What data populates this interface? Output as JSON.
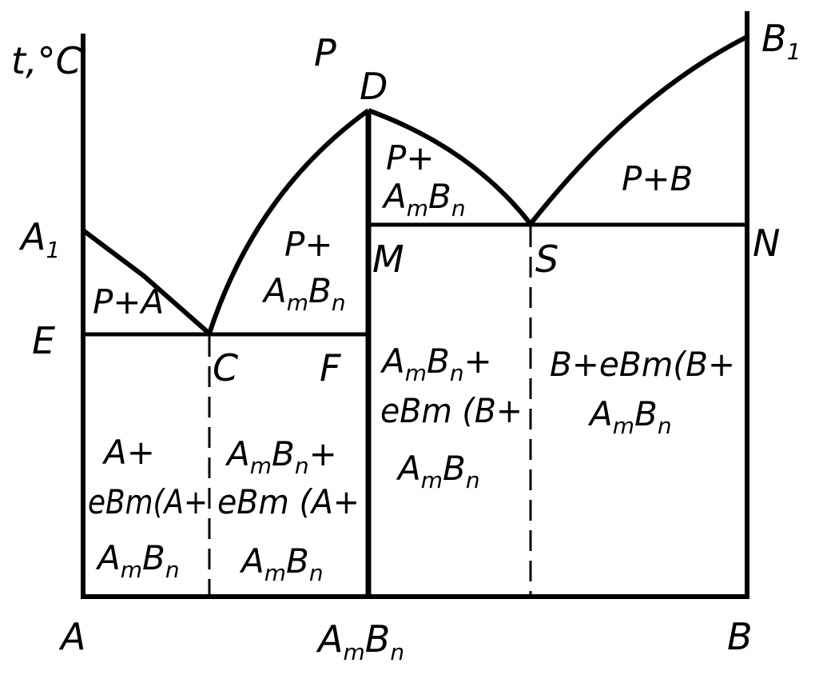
{
  "axis": {
    "temperature_label": "t,°C"
  },
  "points": {
    "A1_base": "A",
    "A1_sub": "1",
    "B1_base": "B",
    "B1_sub": "1",
    "P": "P",
    "D": "D",
    "E": "E",
    "C": "C",
    "F": "F",
    "M": "M",
    "S": "S",
    "N": "N",
    "A": "A",
    "B": "B"
  },
  "compound": {
    "A": "A",
    "m": "m",
    "B": "B",
    "n": "n"
  },
  "regions": {
    "liquid_plus_A": "P+A",
    "liquid_plus_AmBn_left_line1": "P+",
    "liquid_plus_AmBn_right_line1": "P+",
    "liquid_plus_B": "P+B",
    "below_CF_line1": "+",
    "below_CF_line2": "eBm (A+",
    "below_EC_line1": "A+",
    "below_EC_line2": "eBm(A+",
    "below_MS_line1": "+",
    "below_MS_line2": "eBm (B+",
    "below_SN_line1": "B+eBm(B+"
  }
}
